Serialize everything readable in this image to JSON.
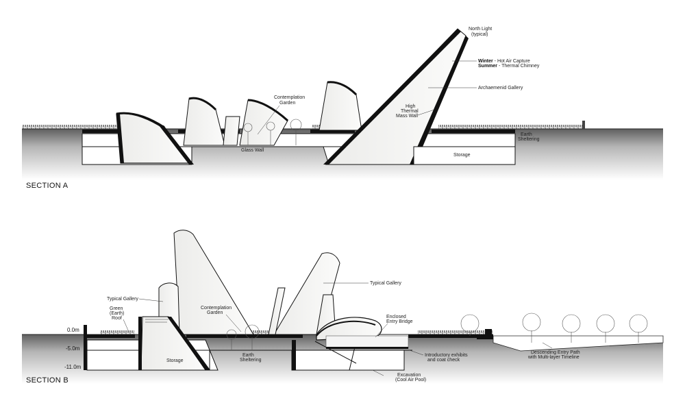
{
  "colors": {
    "earth": "#d4d4d4",
    "earth_dark": "#6e6e6e",
    "wall": "#111111",
    "shell": "#f6f6f4",
    "interior": "#ffffff"
  },
  "section_a": {
    "title": "SECTION A",
    "north_light": [
      "North Light",
      "(typical)"
    ],
    "winter_label": "Winter",
    "winter_text": " - Hot Air Capture",
    "summer_label": "Summer",
    "summer_text": "  - Thermal Chimney",
    "archaemenid_gallery": "Archaemenid Gallery",
    "contemplation_garden": [
      "Contemplation",
      "Garden"
    ],
    "high_thermal_mass_wall": [
      "High",
      "Thermal",
      "Mass Wall"
    ],
    "glass_wall": "Glass Wall",
    "storage": "Storage",
    "earth_sheltering": [
      "Earth",
      "Sheltering"
    ]
  },
  "section_b": {
    "title": "SECTION B",
    "levels": [
      "0.0m",
      "-5.0m",
      "-11.0m"
    ],
    "typical_gallery_left": "Typical Gallery",
    "green_roof": [
      "Green",
      "(Earth)",
      "Roof"
    ],
    "contemplation_garden": [
      "Contemplation",
      "Garden"
    ],
    "typical_gallery_right": "Typical Gallery",
    "enclosed_entry_bridge": [
      "Enclosed",
      "Entry Bridge"
    ],
    "storage": "Storage",
    "earth_sheltering": [
      "Earth",
      "Sheltering"
    ],
    "introductory_exhibits": [
      "Introductory exhibits",
      "and coat check"
    ],
    "excavation": [
      "Excavation",
      "(Cool Air Pool)"
    ],
    "descending_entry_path": [
      "Descending Entry Path",
      "with Multi-layer Timeline"
    ]
  }
}
